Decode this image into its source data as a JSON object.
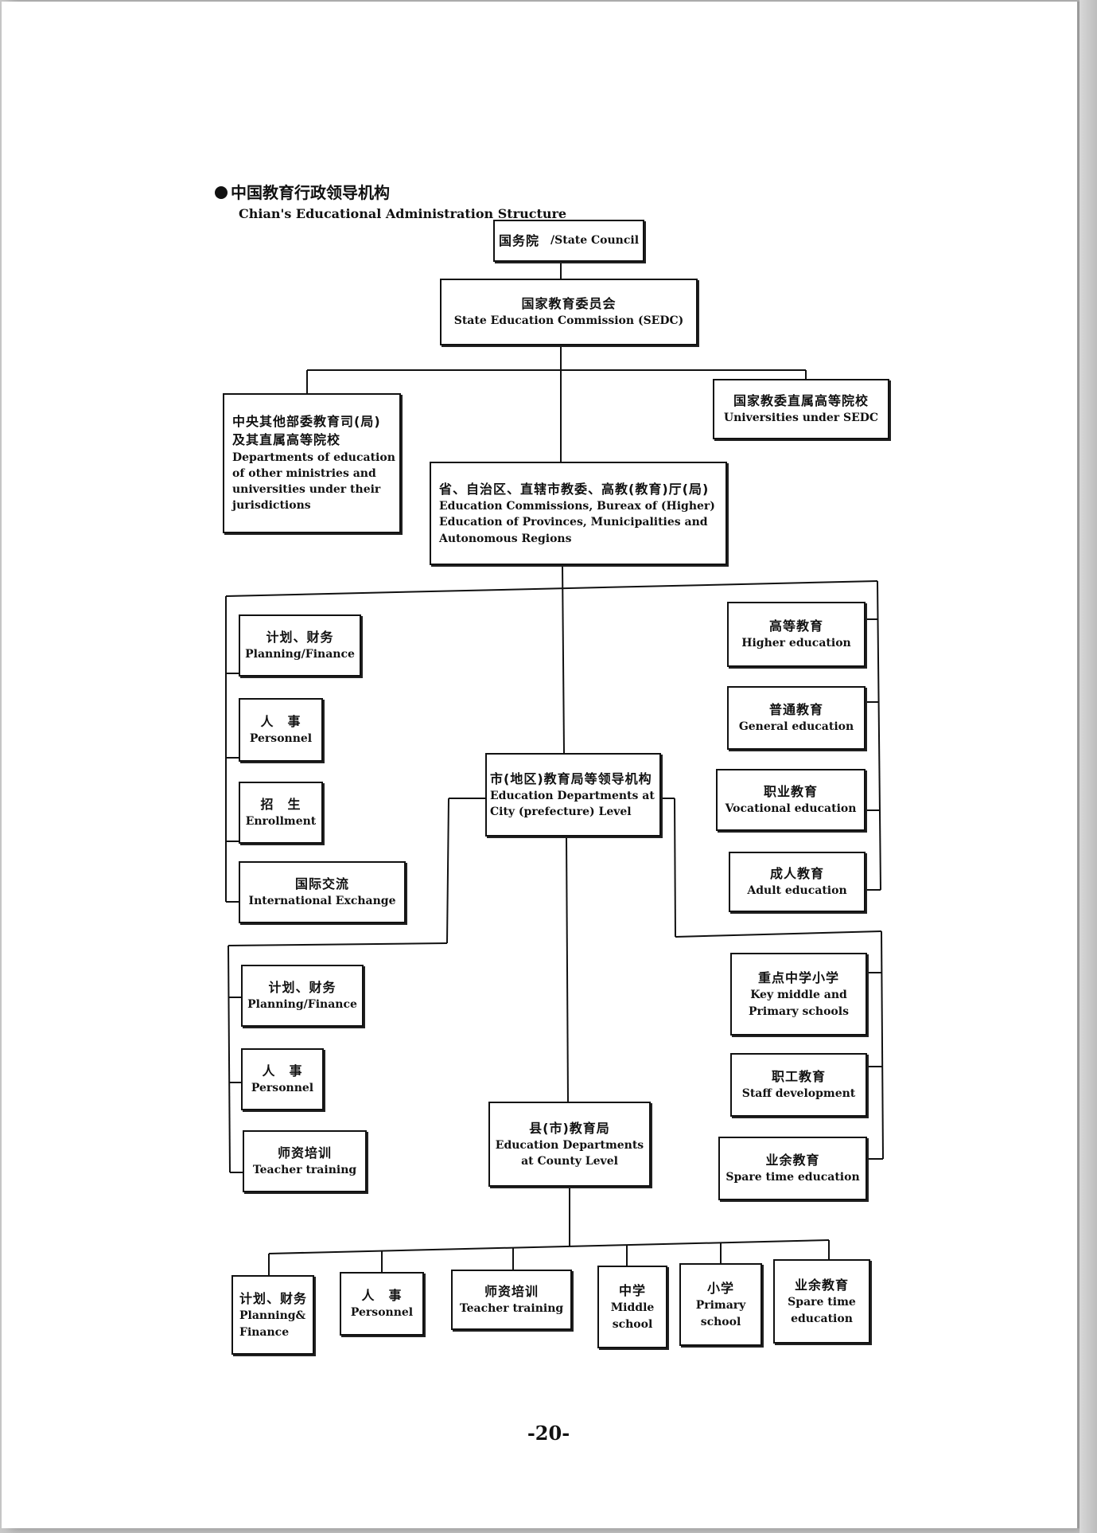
{
  "title": {
    "zh": "中国教育行政领导机构",
    "en": "Chian's Educational Administration Structure"
  },
  "page_number": "-20-",
  "nodes": {
    "state_council": {
      "zh": "国务院",
      "en": "/State Council"
    },
    "sedc": {
      "zh": "国家教育委员会",
      "en": "State Education Commission (SEDC)"
    },
    "other_ministries": {
      "zh1": "中央其他部委教育司(局)",
      "zh2": "及其直属高等院校",
      "en1": "Departments of education",
      "en2": "of other ministries and",
      "en3": "universities under their",
      "en4": "jurisdictions"
    },
    "universities_sedc": {
      "zh": "国家教委直属高等院校",
      "en": "Universities under SEDC"
    },
    "provincial": {
      "zh": "省、自治区、直辖市教委、高教(教育)厅(局)",
      "en1": "Education Commissions, Bureax of (Higher)",
      "en2": "Education of Provinces, Municipalities and",
      "en3": "Autonomous Regions"
    },
    "city": {
      "zh": "市(地区)教育局等领导机构",
      "en1": "Education Departments at",
      "en2": "City (prefecture) Level"
    },
    "county": {
      "zh": "县(市)教育局",
      "en1": "Education Departments",
      "en2": "at County Level"
    }
  },
  "provincial_left": [
    {
      "zh": "计划、财务",
      "en": "Planning/Finance"
    },
    {
      "zh": "人　事",
      "en": "Personnel"
    },
    {
      "zh": "招　生",
      "en": "Enrollment"
    },
    {
      "zh": "国际交流",
      "en": "International Exchange"
    }
  ],
  "provincial_right": [
    {
      "zh": "高等教育",
      "en": "Higher education"
    },
    {
      "zh": "普通教育",
      "en": "General education"
    },
    {
      "zh": "职业教育",
      "en": "Vocational education"
    },
    {
      "zh": "成人教育",
      "en": "Adult education"
    }
  ],
  "city_left": [
    {
      "zh": "计划、财务",
      "en": "Planning/Finance"
    },
    {
      "zh": "人　事",
      "en": "Personnel"
    },
    {
      "zh": "师资培训",
      "en": "Teacher training"
    }
  ],
  "city_right": [
    {
      "zh": "重点中学小学",
      "en1": "Key middle and",
      "en2": "Primary schools"
    },
    {
      "zh": "职工教育",
      "en": "Staff development"
    },
    {
      "zh": "业余教育",
      "en": "Spare time education"
    }
  ],
  "county_children": [
    {
      "zh": "计划、财务",
      "en1": "Planning&",
      "en2": "Finance"
    },
    {
      "zh": "人　事",
      "en": "Personnel"
    },
    {
      "zh": "师资培训",
      "en": "Teacher training"
    },
    {
      "zh": "中学",
      "en1": "Middle",
      "en2": "school"
    },
    {
      "zh": "小学",
      "en1": "Primary",
      "en2": "school"
    },
    {
      "zh": "业余教育",
      "en1": "Spare time",
      "en2": "education"
    }
  ]
}
